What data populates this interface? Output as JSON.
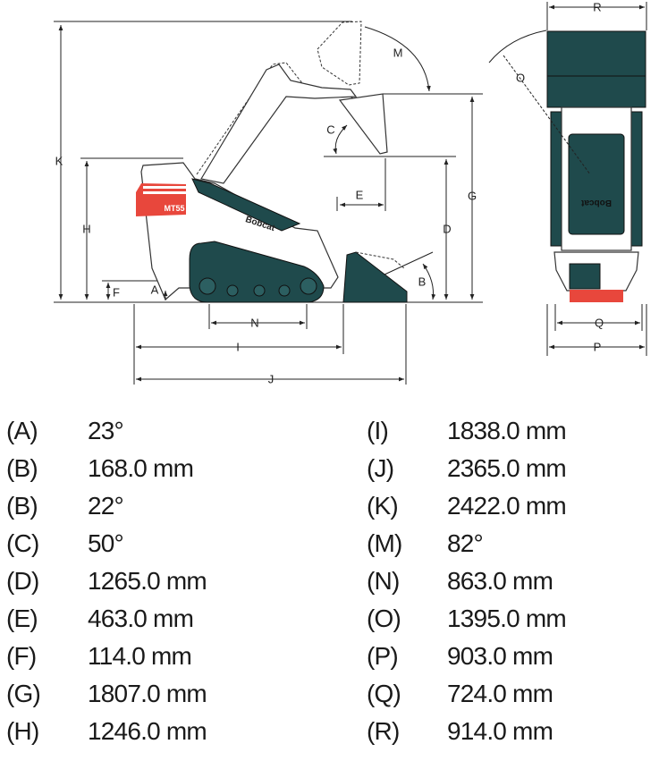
{
  "diagram": {
    "model_badge": "MT55",
    "brand": "Bobcat",
    "labels": {
      "A": "A",
      "B": "B",
      "C": "C",
      "D": "D",
      "E": "E",
      "F": "F",
      "G": "G",
      "H": "H",
      "I": "I",
      "J": "J",
      "K": "K",
      "M": "M",
      "N": "N",
      "O": "O",
      "P": "P",
      "Q": "Q",
      "R": "R"
    },
    "colors": {
      "track": "#1f4a4c",
      "accent": "#e8473c"
    }
  },
  "specs": {
    "left": [
      {
        "code": "(A)",
        "value": "23°"
      },
      {
        "code": "(B)",
        "value": "168.0 mm"
      },
      {
        "code": "(B)",
        "value": "22°"
      },
      {
        "code": "(C)",
        "value": "50°"
      },
      {
        "code": "(D)",
        "value": "1265.0 mm"
      },
      {
        "code": "(E)",
        "value": "463.0 mm"
      },
      {
        "code": "(F)",
        "value": "114.0 mm"
      },
      {
        "code": "(G)",
        "value": "1807.0 mm"
      },
      {
        "code": "(H)",
        "value": "1246.0 mm"
      }
    ],
    "right": [
      {
        "code": "(I)",
        "value": "1838.0 mm"
      },
      {
        "code": "(J)",
        "value": "2365.0 mm"
      },
      {
        "code": "(K)",
        "value": "2422.0 mm"
      },
      {
        "code": "(M)",
        "value": "82°"
      },
      {
        "code": "(N)",
        "value": "863.0 mm"
      },
      {
        "code": "(O)",
        "value": "1395.0 mm"
      },
      {
        "code": "(P)",
        "value": "903.0 mm"
      },
      {
        "code": "(Q)",
        "value": "724.0 mm"
      },
      {
        "code": "(R)",
        "value": "914.0 mm"
      }
    ]
  }
}
